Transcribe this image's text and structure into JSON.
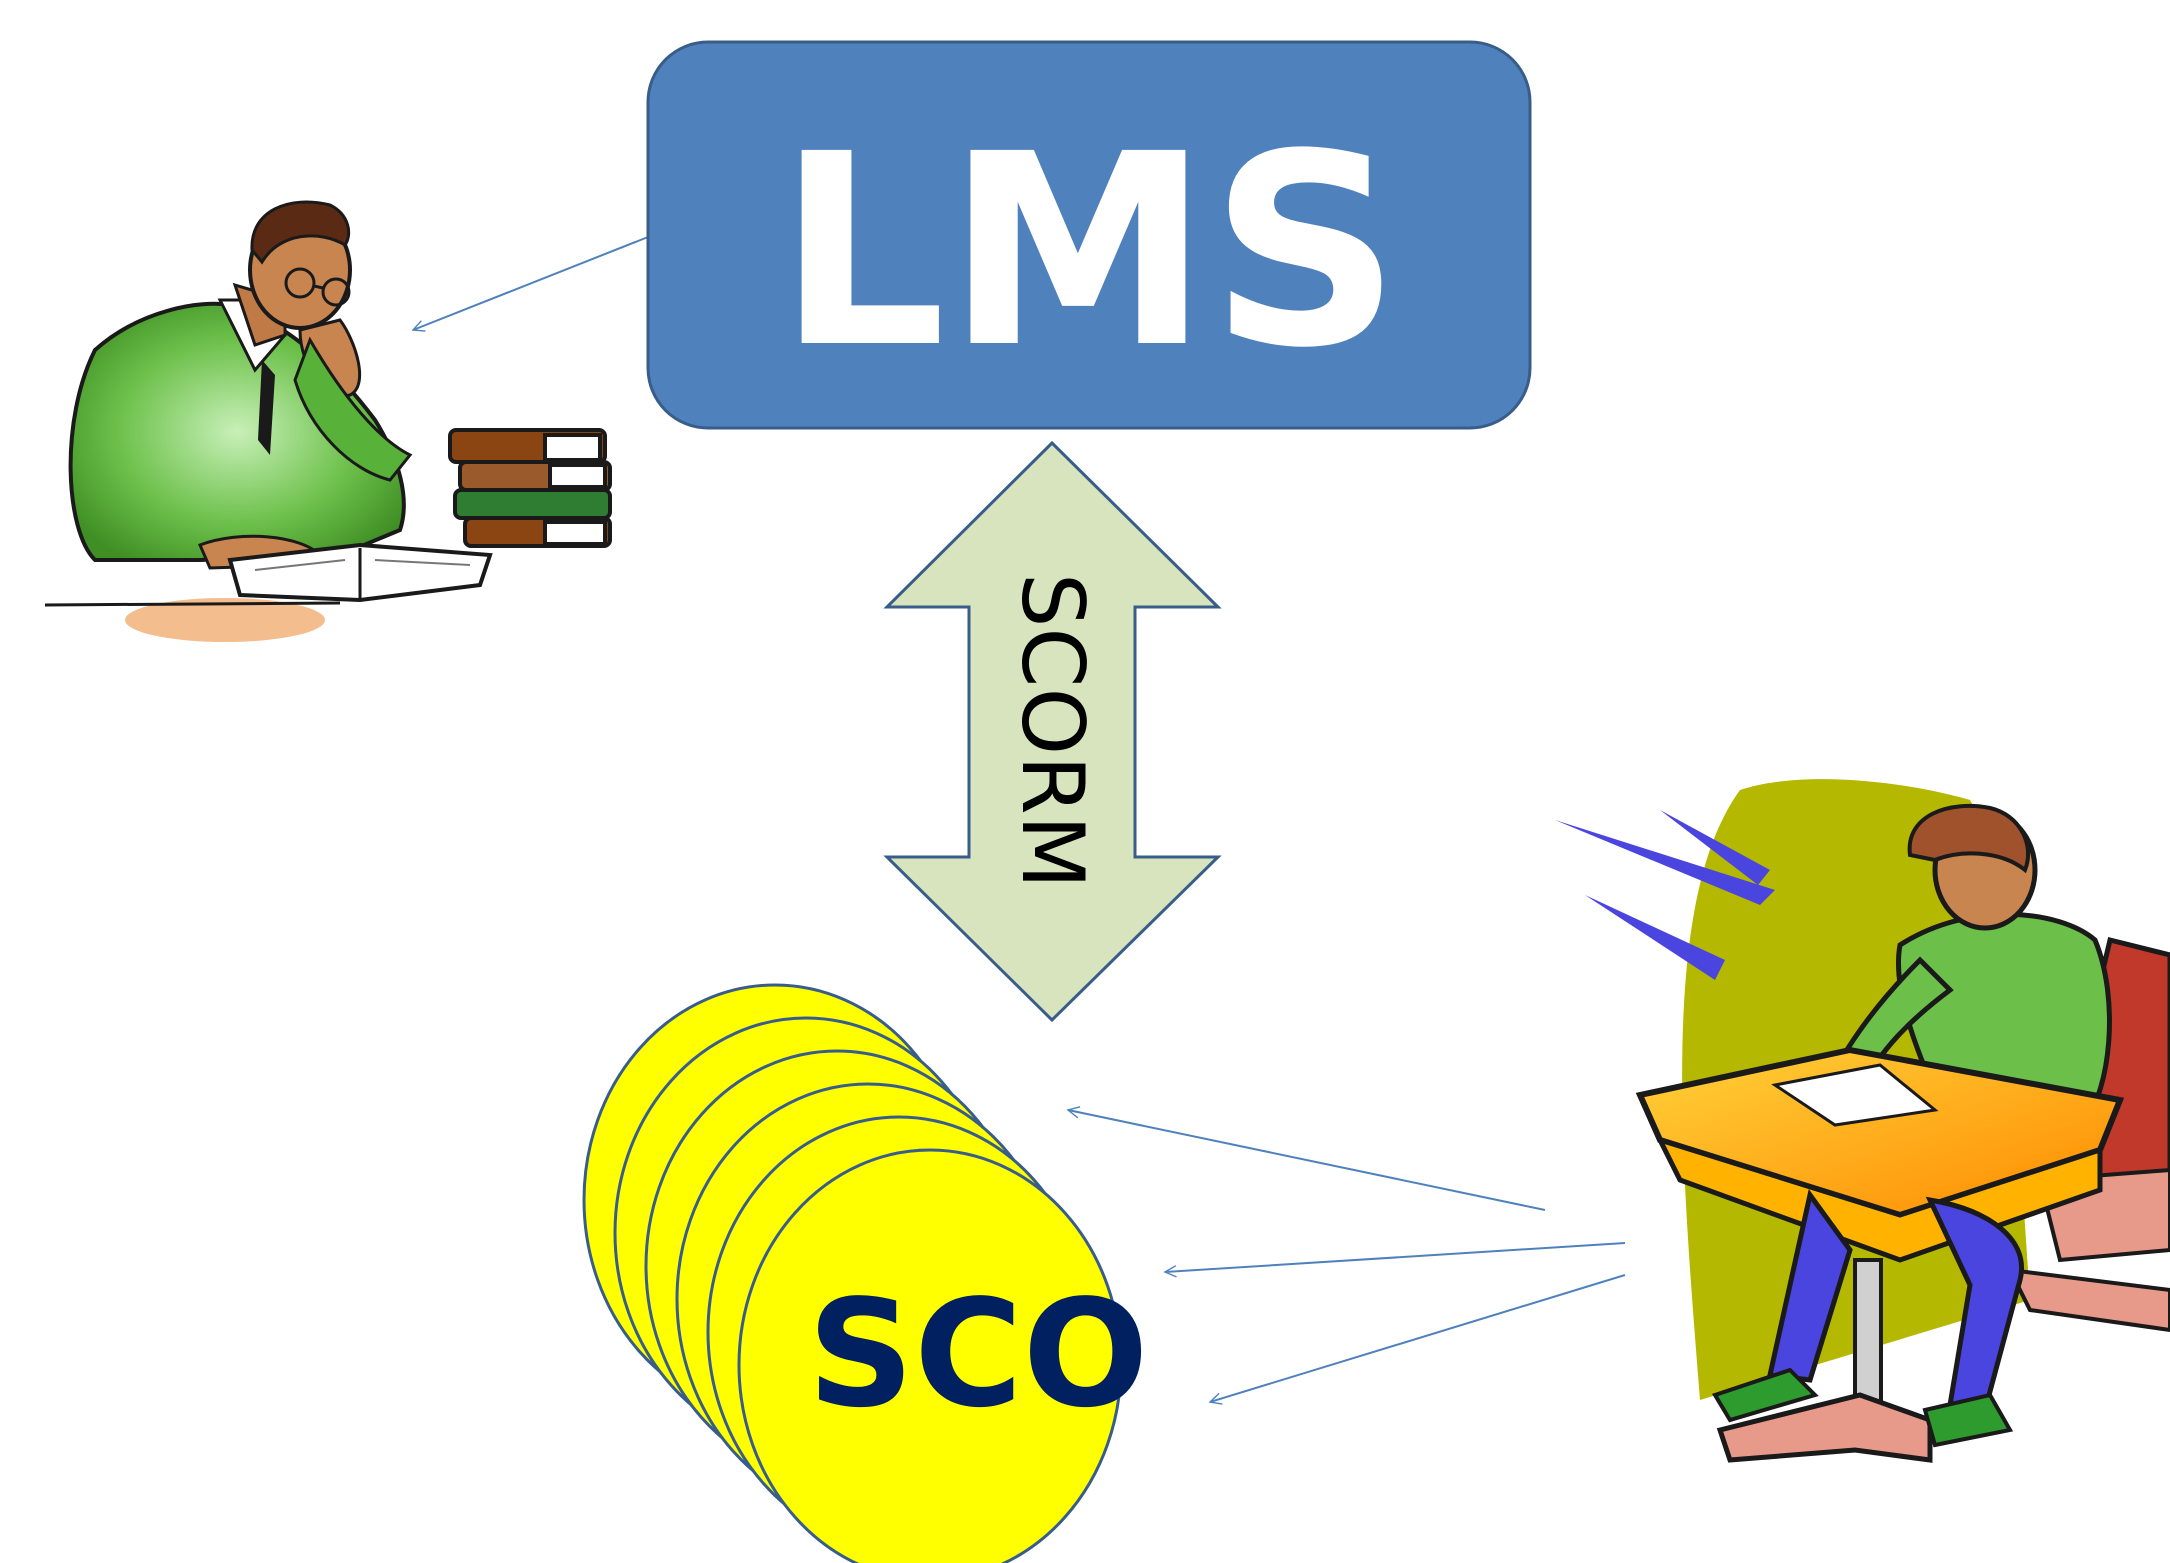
{
  "diagram": {
    "lms": {
      "label": "LMS",
      "fill": "#4f81bd",
      "stroke": "#385d8a",
      "text_color": "#ffffff"
    },
    "scorm": {
      "label": "SCORM",
      "fill": "#d7e4bd",
      "stroke": "#385d8a"
    },
    "sco": {
      "label": "SCO",
      "fill": "#ffff00",
      "stroke": "#385d8a",
      "text_color": "#002060",
      "stack_count": 6
    },
    "connector_color": "#4f81bd",
    "figures": {
      "teacher": {
        "icon": "teacher-reading-icon"
      },
      "student": {
        "icon": "student-writing-icon"
      }
    }
  }
}
